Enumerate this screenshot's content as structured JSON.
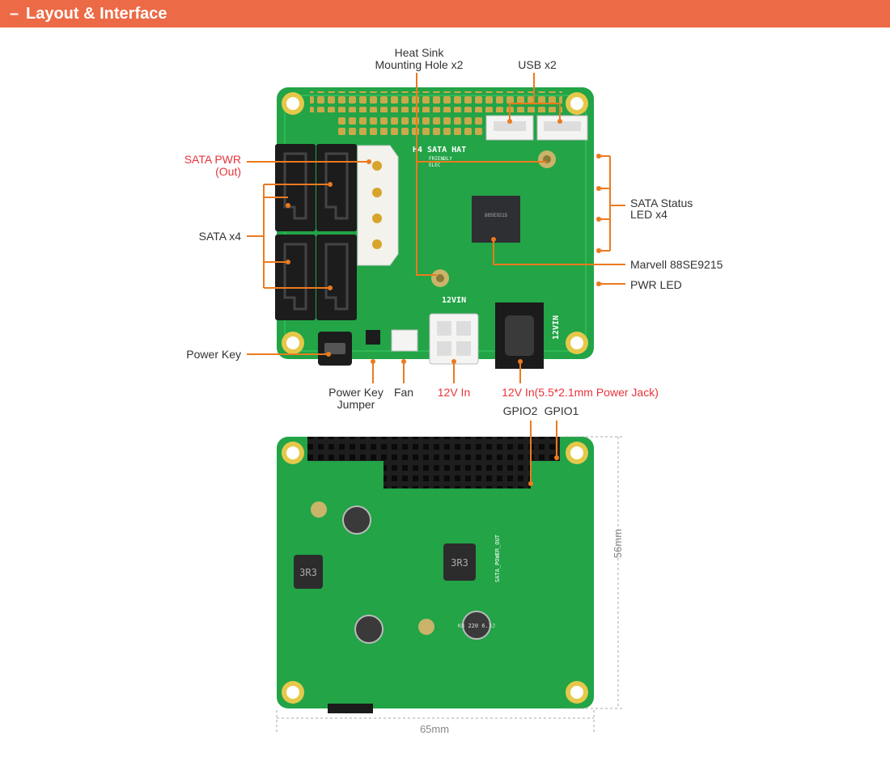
{
  "header": {
    "dash": "–",
    "title": "Layout & Interface"
  },
  "top_board": {
    "silkscreen": [
      "H4 SATA HAT",
      "FRIENDLY",
      "ELEC",
      "12VIN",
      "12VIN"
    ],
    "labels": {
      "heat_sink_line1": "Heat Sink",
      "heat_sink_line2": "Mounting Hole x2",
      "usb": "USB x2",
      "sata_pwr_line1": "SATA PWR",
      "sata_pwr_line2": "(Out)",
      "sata": "SATA x4",
      "sata_status_line1": "SATA Status",
      "sata_status_line2": "LED x4",
      "marvell": "Marvell 88SE9215",
      "pwr_led": "PWR LED",
      "power_key": "Power Key",
      "power_key_jumper_line1": "Power Key",
      "power_key_jumper_line2": "Jumper",
      "fan": "Fan",
      "twelve_v_in": "12V In",
      "twelve_v_jack": "12V In(5.5*2.1mm Power Jack)"
    }
  },
  "bottom_board": {
    "silkscreen": [
      "3R3",
      "3R3",
      "K8 220 6.3J",
      "SATA_POWER_OUT"
    ],
    "labels": {
      "gpio2": "GPIO2",
      "gpio1": "GPIO1"
    },
    "dimensions": {
      "height": "56mm",
      "width": "65mm"
    }
  },
  "colors": {
    "header": "#ec6a45",
    "leader": "#ec7a1e",
    "pcb": "#22a447",
    "red_label": "#e8333a"
  }
}
